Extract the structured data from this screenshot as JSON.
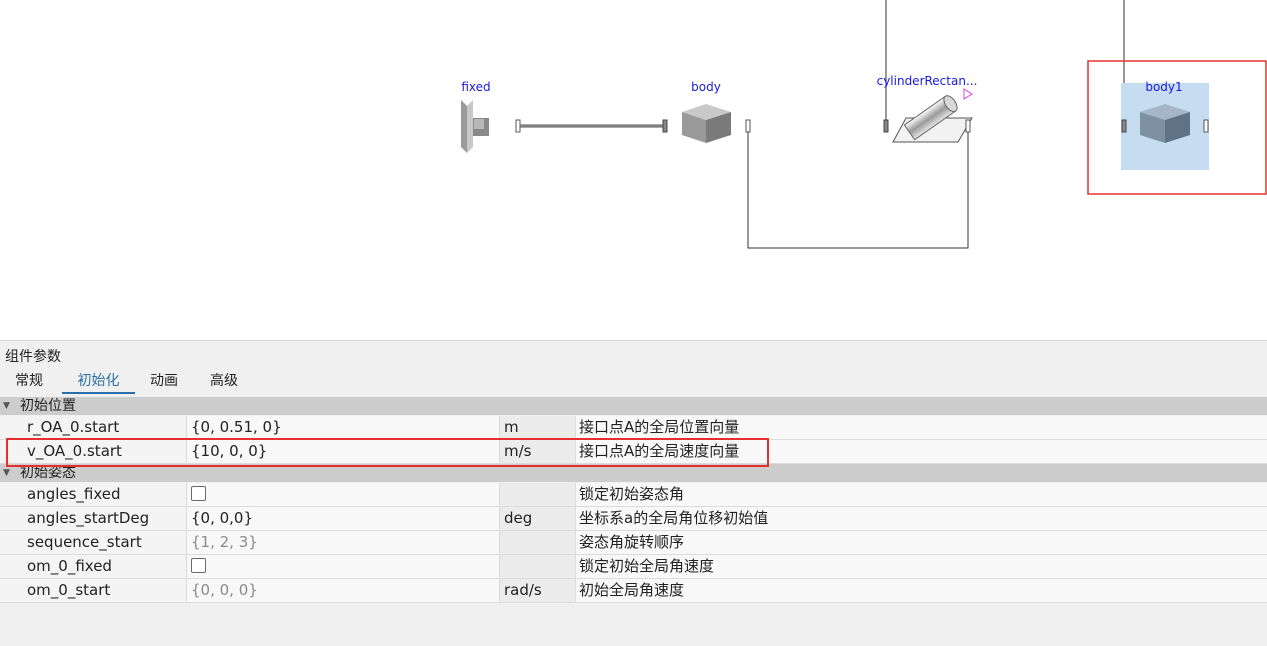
{
  "diagram": {
    "components": [
      {
        "id": "fixed",
        "label": "fixed"
      },
      {
        "id": "body",
        "label": "body"
      },
      {
        "id": "cylinder",
        "label": "cylinderRectan..."
      },
      {
        "id": "body1",
        "label": "body1"
      }
    ],
    "accent_colors": {
      "label": "#1a1ae0",
      "highlight": "#e53030",
      "selection": "#c6dcf0"
    }
  },
  "panel": {
    "title": "组件参数",
    "tabs": [
      "常规",
      "初始化",
      "动画",
      "高级"
    ],
    "active_tab": "初始化",
    "groups": {
      "position": {
        "title": "初始位置",
        "rows": [
          {
            "name": "r_OA_0.start",
            "value": "{0, 0.51, 0}",
            "unit": "m",
            "desc": "接口点A的全局位置向量"
          },
          {
            "name": "v_OA_0.start",
            "value": "{10, 0, 0}",
            "unit": "m/s",
            "desc": "接口点A的全局速度向量"
          }
        ]
      },
      "attitude": {
        "title": "初始姿态",
        "rows": [
          {
            "name": "angles_fixed",
            "value": "",
            "checked": false,
            "unit": "",
            "desc": "锁定初始姿态角"
          },
          {
            "name": "angles_startDeg",
            "value": "{0, 0,0}",
            "unit": "deg",
            "desc": "坐标系a的全局角位移初始值"
          },
          {
            "name": "sequence_start",
            "value": "{1, 2, 3}",
            "unit": "",
            "desc": "姿态角旋转顺序"
          },
          {
            "name": "om_0_fixed",
            "value": "",
            "checked": false,
            "unit": "",
            "desc": "锁定初始全局角速度"
          },
          {
            "name": "om_0_start",
            "value": "{0, 0, 0}",
            "unit": "rad/s",
            "desc": "初始全局角速度"
          }
        ]
      }
    }
  }
}
